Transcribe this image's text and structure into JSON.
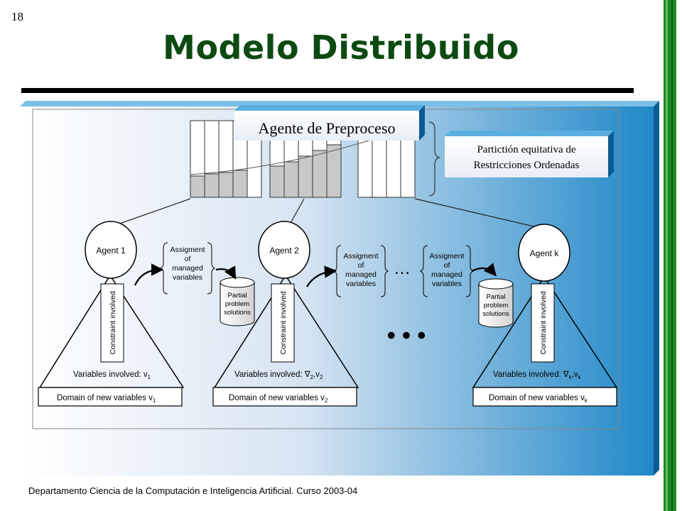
{
  "slide": {
    "number": "18",
    "title": "Modelo Distribuido",
    "footer": "Departamento Ciencia de la Computación e Inteligencia Artificial. Curso 2003-04"
  },
  "colors": {
    "title": "#0c4a12",
    "panel_gradient_start": "#ffffff",
    "panel_gradient_end": "#1f88c8",
    "stripe": "#1e8a24"
  },
  "diagram": {
    "preprocess_label": "Agente de Preproceso",
    "partition_label_line1": "Partictión equitativa de",
    "partition_label_line2": "Restricciones Ordenadas",
    "agents": [
      {
        "name": "Agent 1",
        "constraint": "Constraint involved",
        "variables": "Variables involved: v",
        "variables_sub": "1",
        "domain": "Domain of new variables v",
        "domain_sub": "1"
      },
      {
        "name": "Agent 2",
        "constraint": "Constraint involved",
        "variables": "Variables involved: ∇",
        "variables_sub": "2",
        "variables_tail": ",v",
        "variables_tail_sub": "2",
        "domain": "Domain of new variables v",
        "domain_sub": "2"
      },
      {
        "name": "Agent k",
        "constraint": "Constraint involved",
        "variables": "Variables involved: ∇",
        "variables_sub": "k",
        "variables_tail": ",v",
        "variables_tail_sub": "k",
        "domain": "Domain of new variables v",
        "domain_sub": "k"
      }
    ],
    "assignment_lines": [
      "Assigment",
      "of",
      "managed",
      "variables"
    ],
    "partial_lines": [
      "Partial",
      "problem",
      "solutions"
    ],
    "ellipsis_small": "…",
    "ellipsis_large": "• • •"
  }
}
